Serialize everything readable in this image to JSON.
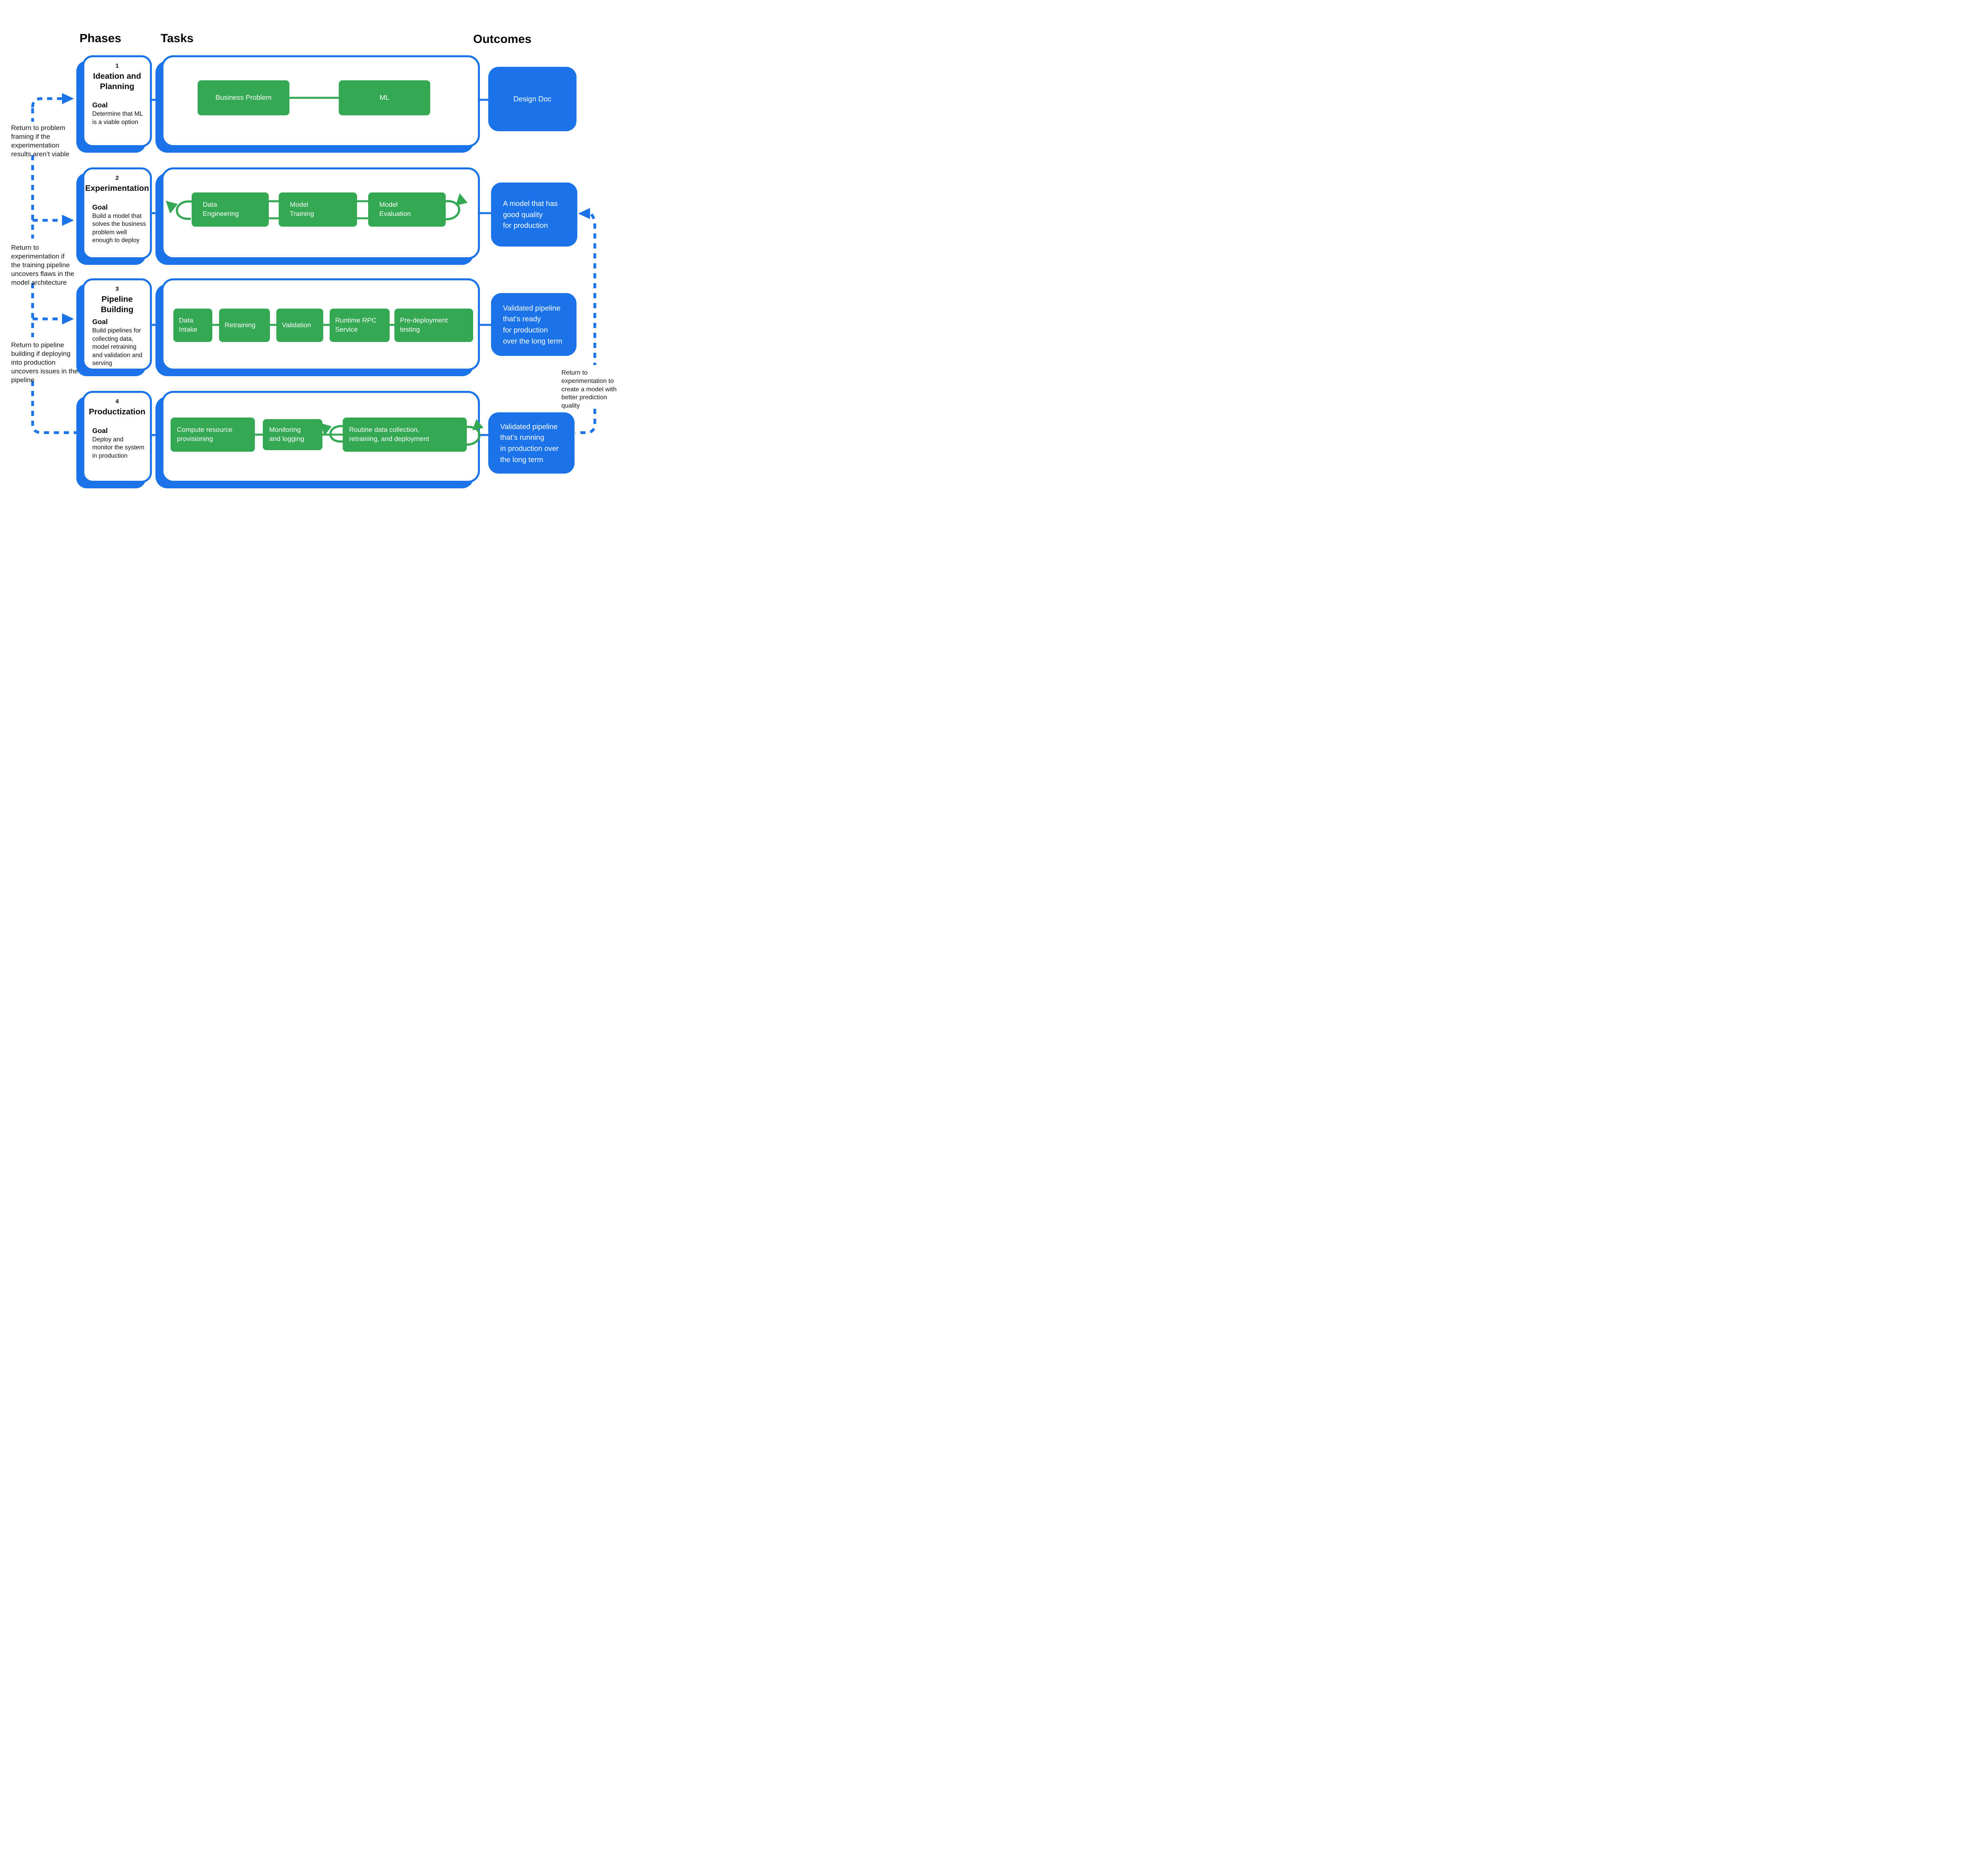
{
  "headers": {
    "phases": "Phases",
    "tasks": "Tasks",
    "outcomes": "Outcomes"
  },
  "phases": [
    {
      "number": "1",
      "title": "Ideation and\nPlanning",
      "goal_label": "Goal",
      "goal": "Determine that ML\nis a viable option"
    },
    {
      "number": "2",
      "title": "Experimentation",
      "goal_label": "Goal",
      "goal": "Build a model that\nsolves the business\nproblem well\nenough to deploy"
    },
    {
      "number": "3",
      "title": "Pipeline Building",
      "goal_label": "Goal",
      "goal": "Build pipelines for\ncollecting data,\nmodel retraining\nand validation and\nserving"
    },
    {
      "number": "4",
      "title": "Productization",
      "goal_label": "Goal",
      "goal": "Deploy and\nmonitor the system\nin production"
    }
  ],
  "task_rows": [
    {
      "tasks": [
        "Business Problem",
        "ML"
      ]
    },
    {
      "tasks": [
        "Data\nEngineering",
        "Model\nTraining",
        "Model\nEvaluation"
      ]
    },
    {
      "tasks": [
        "Data\nIntake",
        "Retraining",
        "Validation",
        "Runtime RPC\nService",
        "Pre-deployment\ntesting"
      ]
    },
    {
      "tasks": [
        "Compute resource\nprovisioning",
        "Monitoring\nand logging",
        "Routine data collection,\nretraining, and deployment"
      ]
    }
  ],
  "outcomes": [
    {
      "label": "Design Doc"
    },
    {
      "label": "A model that has\ngood quality\nfor production"
    },
    {
      "label": "Validated pipeline\nthat’s ready\nfor production\nover the long term"
    },
    {
      "label": "Validated pipeline\nthat’s running\nin production over\nthe long term"
    }
  ],
  "annotations": {
    "left": [
      "Return to problem\nframing if the\nexperimentation\nresults aren’t viable",
      "Return to\nexperimentation if\nthe training pipeline\nuncovers flaws in the\nmodel architecture",
      "Return to pipeline\nbuilding if deploying\ninto production\nuncovers issues in the\npipeline"
    ],
    "right": "Return to\nexperimentation to\ncreate a model with\nbetter prediction\nquality"
  },
  "colors": {
    "accent_blue": "#1a73e8",
    "task_green": "#34a853",
    "text_black": "#111111",
    "box_white": "#ffffff"
  }
}
